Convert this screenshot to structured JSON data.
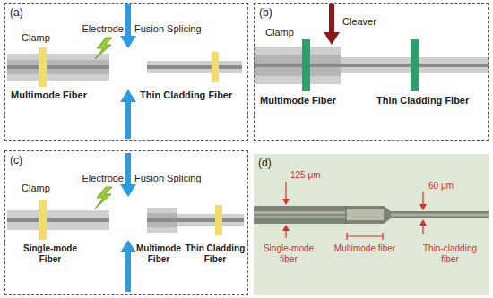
{
  "diagram": {
    "nodes": [
      {
        "text": [
          "(a)"
        ]
      },
      {
        "text": [
          "(b)"
        ]
      },
      {
        "text": [
          "(c)"
        ]
      },
      {
        "text": [
          "(d)"
        ]
      }
    ],
    "labels": [
      "Electrode",
      "Fusion Splicing",
      "Clamp",
      "Multimode Fiber",
      "Thin Cladding Fiber",
      "Cleaver",
      "Clamp",
      "Multimode Fiber",
      "Thin Cladding Fiber",
      "Electrode",
      "Fusion Splicing",
      "Clamp",
      "Single-mode Fiber",
      "Multimode Fiber",
      "Thin Cladding Fiber",
      "125 μm",
      "60 μm",
      "Single-mode fiber",
      "Multimode fiber",
      "Thin-cladding fiber"
    ]
  }
}
